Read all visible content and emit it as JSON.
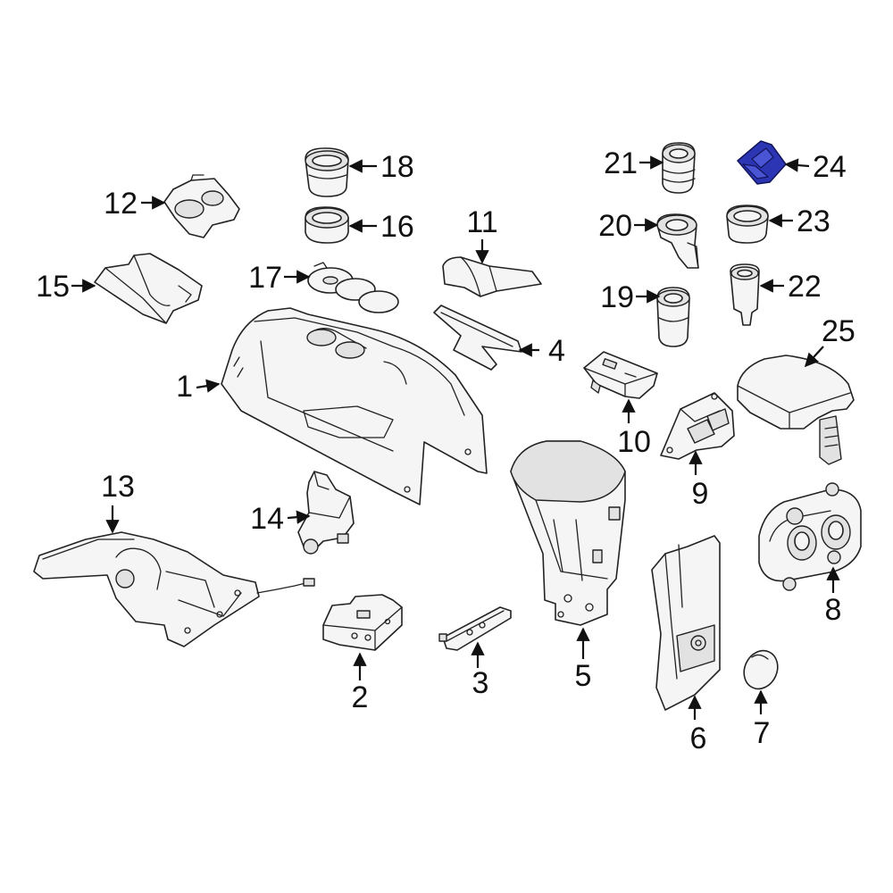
{
  "colors": {
    "line": "#222222",
    "part_fill": "#f5f5f5",
    "highlight": "#2c35b4"
  },
  "labels": {
    "p1": "1",
    "p2": "2",
    "p3": "3",
    "p4": "4",
    "p5": "5",
    "p6": "6",
    "p7": "7",
    "p8": "8",
    "p9": "9",
    "p10": "10",
    "p11": "11",
    "p12": "12",
    "p13": "13",
    "p14": "14",
    "p15": "15",
    "p16": "16",
    "p17": "17",
    "p18": "18",
    "p19": "19",
    "p20": "20",
    "p21": "21",
    "p22": "22",
    "p23": "23",
    "p24": "24",
    "p25": "25"
  },
  "highlighted_part": "24"
}
